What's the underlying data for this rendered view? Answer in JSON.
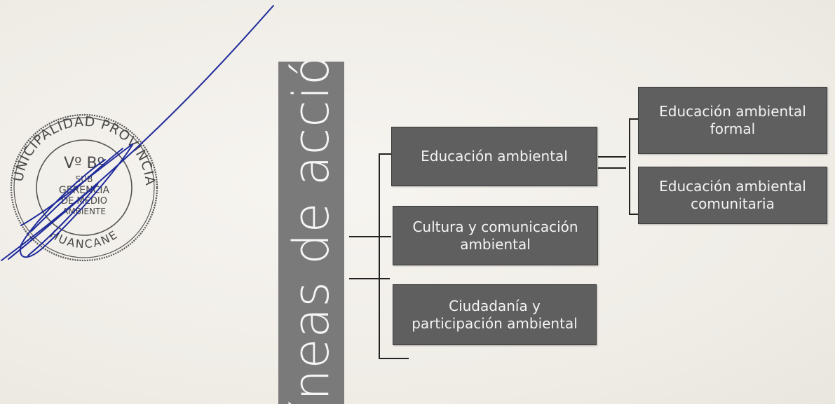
{
  "title": "Líneas de acción",
  "branches": [
    {
      "label": "Educación ambiental"
    },
    {
      "label": "Cultura y comunicación\nambiental"
    },
    {
      "label": "Ciudadanía y\nparticipación ambiental"
    }
  ],
  "sub_branches": [
    {
      "label": "Educación ambiental\nformal"
    },
    {
      "label": "Educación ambiental\ncomunitaria"
    }
  ],
  "stamp": {
    "ring_text": "MUNICIPALIDAD PROVINCIAL",
    "bottom_text": "HUANCANE",
    "center_lines": [
      "Vº Bº",
      "SUB",
      "GERENCIA",
      "DE MEDIO",
      "AMBIENTE"
    ]
  },
  "colors": {
    "band": "#7a7a7a",
    "box": "#5f5f5f",
    "box_text": "#f4f4f4",
    "lines": "#222222",
    "stamp_ink": "#555555",
    "signature_ink": "#1e2a9a"
  }
}
